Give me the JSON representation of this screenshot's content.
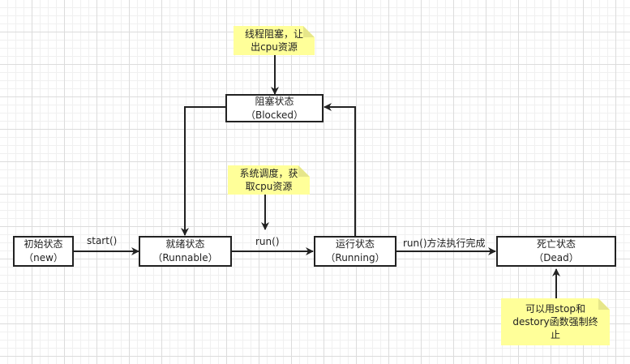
{
  "states": {
    "new": {
      "name": "初始状态",
      "sub": "（new）"
    },
    "runnable": {
      "name": "就绪状态",
      "sub": "（Runnable）"
    },
    "running": {
      "name": "运行状态",
      "sub": "（Running）"
    },
    "blocked": {
      "name": "阻塞状态",
      "sub": "（Blocked）"
    },
    "dead": {
      "name": "死亡状态",
      "sub": "（Dead）"
    }
  },
  "edges": {
    "start": "start()",
    "run": "run()",
    "finish": "run()方法执行完成"
  },
  "notes": {
    "block": {
      "line1": "线程阻塞，让",
      "line2": "出cpu资源"
    },
    "schedule": {
      "line1": "系统调度，获",
      "line2": "取cpu资源"
    },
    "kill": {
      "line1": "可以用stop和",
      "line2": "destory函数强制终",
      "line3": "止"
    }
  },
  "colors": {
    "note_bg": "#ffff99",
    "stroke": "#222222"
  }
}
